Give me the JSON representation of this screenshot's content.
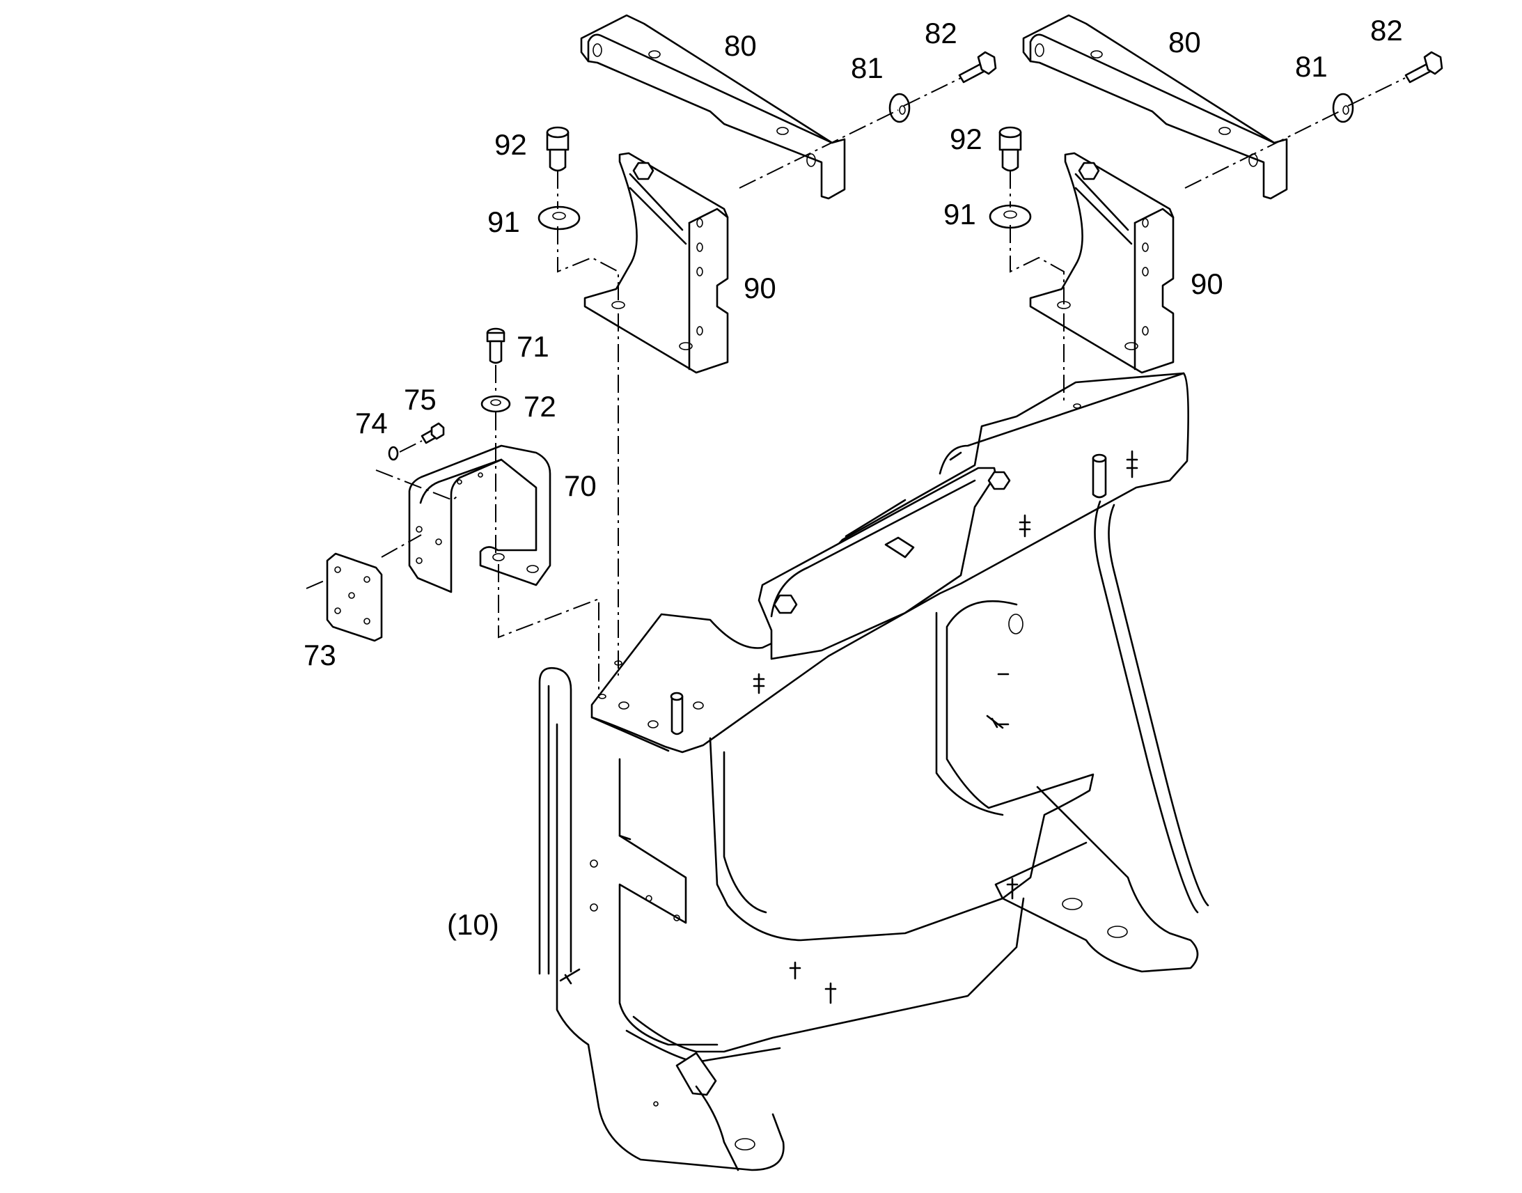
{
  "diagram": {
    "callouts": {
      "bracket_80_left": "80",
      "bracket_80_right": "80",
      "washer_81_left": "81",
      "washer_81_right": "81",
      "bolt_82_left": "82",
      "bolt_82_right": "82",
      "bolt_92_left": "92",
      "bolt_92_right": "92",
      "washer_91_left": "91",
      "washer_91_right": "91",
      "mount_90_left": "90",
      "mount_90_right": "90",
      "bolt_71": "71",
      "washer_72": "72",
      "bracket_70": "70",
      "screw_75": "75",
      "washer_74": "74",
      "plate_73": "73",
      "frame_10": "(10)"
    }
  }
}
